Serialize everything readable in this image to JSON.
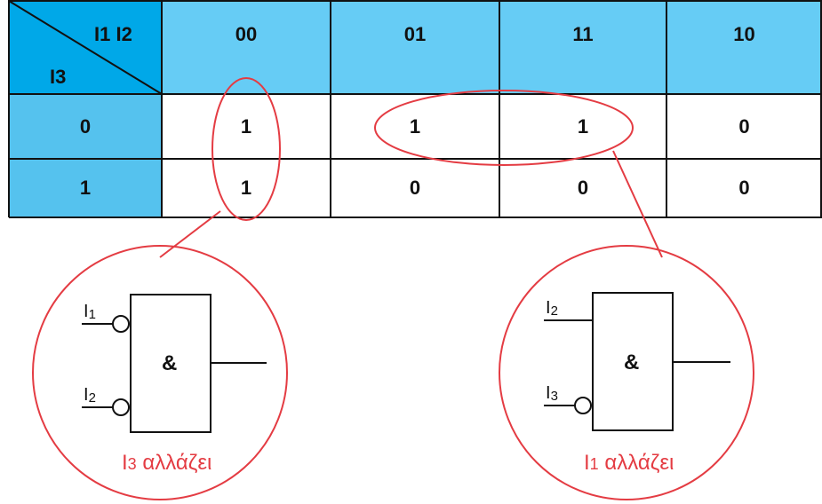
{
  "kmap": {
    "corner_top": "I1 I2",
    "corner_bottom": "I3",
    "columns": [
      "00",
      "01",
      "11",
      "10"
    ],
    "rows": [
      {
        "label": "0",
        "values": [
          "1",
          "1",
          "1",
          "0"
        ]
      },
      {
        "label": "1",
        "values": [
          "1",
          "0",
          "0",
          "0"
        ]
      }
    ]
  },
  "gate_left": {
    "symbol": "&",
    "input1_label": "I",
    "input1_sub": "1",
    "input2_label": "I",
    "input2_sub": "2",
    "caption_main": "I",
    "caption_sub": "3",
    "caption_rest": " αλλάζει"
  },
  "gate_right": {
    "symbol": "&",
    "input1_label": "I",
    "input1_sub": "2",
    "input2_label": "I",
    "input2_sub": "3",
    "caption_main": "I",
    "caption_sub": "1",
    "caption_rest": " αλλάζει"
  },
  "colors": {
    "corner": "#00a8e8",
    "header": "#66ccf5",
    "row_header": "#55c2ee",
    "highlight": "#e43c43"
  }
}
